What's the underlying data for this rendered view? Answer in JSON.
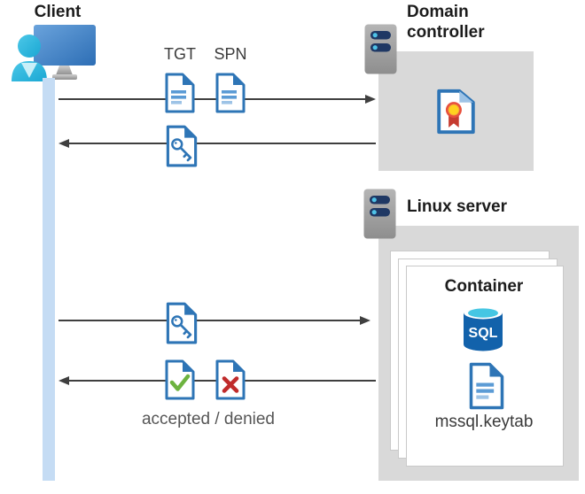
{
  "client": {
    "title": "Client"
  },
  "domain_controller": {
    "title": "Domain controller"
  },
  "linux_server": {
    "title": "Linux server"
  },
  "container": {
    "title": "Container",
    "keytab_file": "mssql.keytab",
    "sql_badge": "SQL"
  },
  "messages": {
    "tgt": "TGT",
    "spn": "SPN",
    "result": "accepted / denied"
  },
  "icons": {
    "client": "user-with-monitor-icon",
    "server": "server-rack-icon",
    "request_docs": "document-text-icon",
    "ticket": "document-key-icon",
    "certificate": "document-certificate-icon",
    "accepted": "document-check-icon",
    "denied": "document-cross-icon",
    "database": "sql-database-cylinder-icon"
  },
  "colors": {
    "doc_blue": "#2e75b6",
    "doc_line_blue": "#5b9bd5",
    "doc_line_light": "#9dc3e6",
    "lifeline_blue": "#c5dcf4",
    "box_gray": "#d9d9d9",
    "arrow_gray": "#3f3f3f",
    "check_green": "#6db33f",
    "cross_red": "#c02b2b",
    "sql_body_blue": "#1262ab",
    "sql_top_cyan": "#45c6e3",
    "server_pill_navy": "#1f3864",
    "server_dot_cyan": "#4fc3e8"
  }
}
